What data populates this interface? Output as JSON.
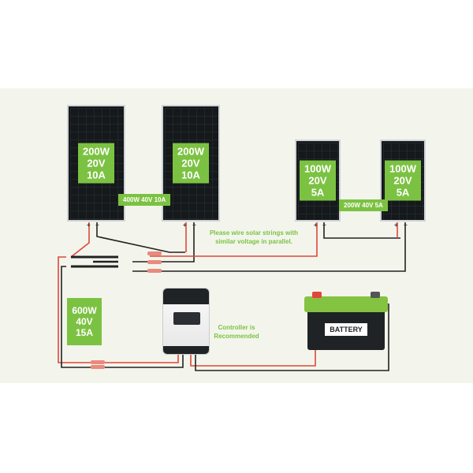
{
  "panels": [
    {
      "id": "p1",
      "lines": [
        "200W",
        "20V",
        "10A"
      ]
    },
    {
      "id": "p2",
      "lines": [
        "200W",
        "20V",
        "10A"
      ]
    },
    {
      "id": "p3",
      "lines": [
        "100W",
        "20V",
        "5A"
      ]
    },
    {
      "id": "p4",
      "lines": [
        "100W",
        "20V",
        "5A"
      ]
    }
  ],
  "string_totals": {
    "left": "400W  40V  10A",
    "right": "200W  40V  5A"
  },
  "array_total": {
    "lines": [
      "600W",
      "40V",
      "15A"
    ]
  },
  "notes": {
    "parallel": "Please wire solar strings with similar voltage in parallel.",
    "controller": "Controller is Recommended"
  },
  "polarity": {
    "plus": "+",
    "minus": "−"
  },
  "battery": {
    "label": "BATTERY"
  },
  "colors": {
    "accent": "#7cc242",
    "positive_wire": "#e0463a",
    "negative_wire": "#222222"
  }
}
